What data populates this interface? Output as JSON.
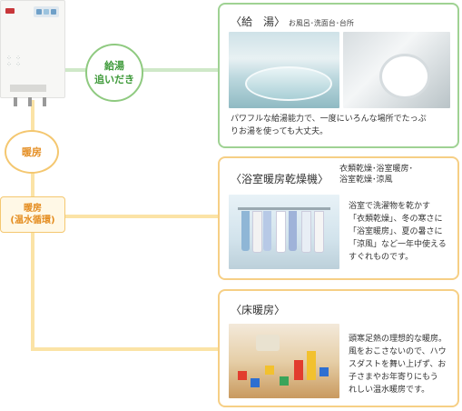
{
  "connectors": {
    "hot_water_label_line1": "給湯",
    "hot_water_label_line2": "追いだき",
    "heating_label": "暖房",
    "heating_circ_line1": "暖房",
    "heating_circ_line2": "(温水循環)"
  },
  "cards": {
    "hot_water": {
      "title": "〈給　湯〉",
      "subtitle": "お風呂･洗面台･台所",
      "desc_line1": "パワフルな給湯能力で、一度にいろんな場所でたっぷ",
      "desc_line2": "りお湯を使っても大丈夫。"
    },
    "bath_dryer": {
      "title": "〈浴室暖房乾燥機〉",
      "subtitle_line1": "衣類乾燥･浴室暖房･",
      "subtitle_line2": "浴室乾燥･涼風",
      "desc_lines": [
        "浴室で洗濯物を乾かす",
        "「衣類乾燥」、冬の寒さに",
        "「浴室暖房」、夏の暑さに",
        "「涼風」など一年中使える",
        "すぐれものです。"
      ]
    },
    "floor_heating": {
      "title": "〈床暖房〉",
      "desc_lines": [
        "頭寒足熱の理想的な暖房。",
        "風をおこさないので、ハウ",
        "スダストを舞い上げず、お",
        "子さまやお年寄りにもう",
        "れしい温水暖房です。"
      ]
    }
  },
  "colors": {
    "green": "#9fd293",
    "yellow": "#f6cf85",
    "orange_text": "#e48c1f",
    "green_text": "#3f9a3a"
  }
}
